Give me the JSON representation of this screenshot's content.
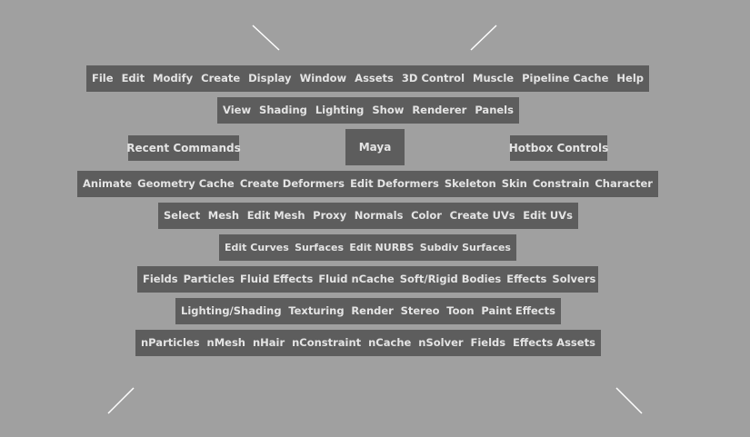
{
  "top_row": [
    "File",
    "Edit",
    "Modify",
    "Create",
    "Display",
    "Window",
    "Assets",
    "3D Control",
    "Muscle",
    "Pipeline Cache",
    "Help"
  ],
  "view_row": [
    "View",
    "Shading",
    "Lighting",
    "Show",
    "Renderer",
    "Panels"
  ],
  "recent_commands": "Recent Commands",
  "center_label": "Maya",
  "hotbox_controls": "Hotbox Controls",
  "animation_row": [
    "Animate",
    "Geometry Cache",
    "Create Deformers",
    "Edit Deformers",
    "Skeleton",
    "Skin",
    "Constrain",
    "Character"
  ],
  "polygons_row": [
    "Select",
    "Mesh",
    "Edit Mesh",
    "Proxy",
    "Normals",
    "Color",
    "Create UVs",
    "Edit UVs"
  ],
  "surfaces_row": [
    "Edit Curves",
    "Surfaces",
    "Edit NURBS",
    "Subdiv Surfaces"
  ],
  "dynamics_row": [
    "Fields",
    "Particles",
    "Fluid Effects",
    "Fluid nCache",
    "Soft/Rigid Bodies",
    "Effects",
    "Solvers"
  ],
  "rendering_row": [
    "Lighting/Shading",
    "Texturing",
    "Render",
    "Stereo",
    "Toon",
    "Paint Effects"
  ],
  "ndynamics_row": [
    "nParticles",
    "nMesh",
    "nHair",
    "nConstraint",
    "nCache",
    "nSolver",
    "Fields",
    "Effects Assets"
  ]
}
